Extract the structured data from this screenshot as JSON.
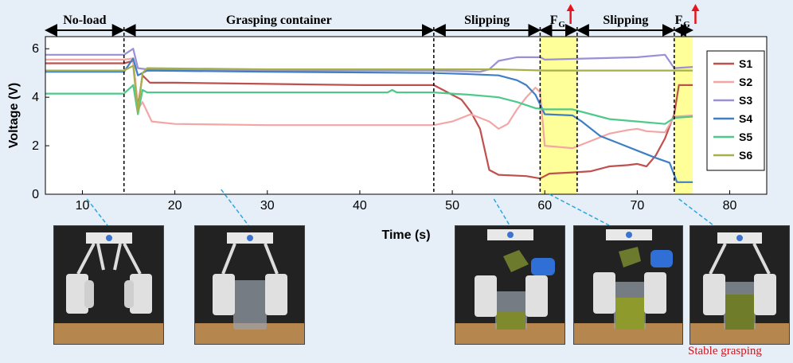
{
  "chart_data": {
    "type": "line",
    "xlabel": "Time (s)",
    "ylabel": "Voltage (V)",
    "xlim": [
      6,
      84
    ],
    "ylim": [
      0,
      6.5
    ],
    "xticks": [
      10,
      20,
      30,
      40,
      50,
      60,
      70,
      80
    ],
    "yticks": [
      0,
      2,
      4,
      6
    ],
    "legend_position": "right",
    "series": [
      {
        "name": "S1",
        "color": "#c0504d",
        "points": [
          [
            6,
            5.4
          ],
          [
            14.5,
            5.4
          ],
          [
            15.5,
            5.5
          ],
          [
            16,
            3.6
          ],
          [
            16.5,
            4.9
          ],
          [
            17.3,
            4.6
          ],
          [
            20,
            4.6
          ],
          [
            30,
            4.55
          ],
          [
            40,
            4.5
          ],
          [
            48,
            4.5
          ],
          [
            49,
            4.3
          ],
          [
            50,
            4.1
          ],
          [
            51,
            3.9
          ],
          [
            52,
            3.4
          ],
          [
            53,
            2.7
          ],
          [
            54,
            1.0
          ],
          [
            55,
            0.8
          ],
          [
            58,
            0.75
          ],
          [
            59.5,
            0.65
          ],
          [
            60.5,
            0.85
          ],
          [
            63,
            0.9
          ],
          [
            65,
            0.95
          ],
          [
            67,
            1.15
          ],
          [
            69,
            1.2
          ],
          [
            70,
            1.25
          ],
          [
            71,
            1.15
          ],
          [
            72,
            1.6
          ],
          [
            73,
            2.3
          ],
          [
            74,
            3.3
          ],
          [
            74.5,
            4.5
          ],
          [
            76,
            4.5
          ]
        ]
      },
      {
        "name": "S2",
        "color": "#f4a6a6",
        "points": [
          [
            6,
            5.55
          ],
          [
            14.5,
            5.55
          ],
          [
            15.5,
            5.6
          ],
          [
            16,
            3.5
          ],
          [
            16.5,
            3.8
          ],
          [
            17.5,
            3.0
          ],
          [
            20,
            2.9
          ],
          [
            30,
            2.85
          ],
          [
            40,
            2.85
          ],
          [
            48,
            2.85
          ],
          [
            50,
            3.0
          ],
          [
            52,
            3.3
          ],
          [
            54,
            3.0
          ],
          [
            55,
            2.7
          ],
          [
            56,
            2.9
          ],
          [
            57,
            3.5
          ],
          [
            58,
            4.0
          ],
          [
            59,
            4.4
          ],
          [
            59.5,
            4.2
          ],
          [
            60,
            2.0
          ],
          [
            63,
            1.9
          ],
          [
            65,
            2.2
          ],
          [
            67,
            2.5
          ],
          [
            69,
            2.65
          ],
          [
            70,
            2.7
          ],
          [
            71,
            2.6
          ],
          [
            73,
            2.55
          ],
          [
            74,
            3.2
          ],
          [
            76,
            3.25
          ]
        ]
      },
      {
        "name": "S3",
        "color": "#9b8fd6",
        "points": [
          [
            6,
            5.75
          ],
          [
            14.5,
            5.75
          ],
          [
            15.5,
            6.0
          ],
          [
            16,
            5.2
          ],
          [
            17,
            5.15
          ],
          [
            30,
            5.1
          ],
          [
            48,
            5.1
          ],
          [
            53,
            5.05
          ],
          [
            54,
            5.15
          ],
          [
            55,
            5.5
          ],
          [
            57,
            5.65
          ],
          [
            59.5,
            5.65
          ],
          [
            60,
            5.55
          ],
          [
            65,
            5.6
          ],
          [
            70,
            5.65
          ],
          [
            73,
            5.75
          ],
          [
            74,
            5.2
          ],
          [
            76,
            5.25
          ]
        ]
      },
      {
        "name": "S4",
        "color": "#3f7fc4",
        "points": [
          [
            6,
            5.05
          ],
          [
            14.5,
            5.05
          ],
          [
            15.5,
            5.6
          ],
          [
            16,
            4.9
          ],
          [
            17,
            5.1
          ],
          [
            30,
            5.05
          ],
          [
            48,
            5.0
          ],
          [
            52,
            4.95
          ],
          [
            55,
            4.9
          ],
          [
            57,
            4.7
          ],
          [
            58,
            4.5
          ],
          [
            59,
            4.1
          ],
          [
            60,
            3.3
          ],
          [
            63,
            3.25
          ],
          [
            64,
            3.0
          ],
          [
            66,
            2.4
          ],
          [
            68,
            2.1
          ],
          [
            70,
            1.8
          ],
          [
            72,
            1.5
          ],
          [
            73.5,
            1.3
          ],
          [
            74.3,
            0.5
          ],
          [
            76,
            0.5
          ]
        ]
      },
      {
        "name": "S5",
        "color": "#4fc98a",
        "points": [
          [
            6,
            4.15
          ],
          [
            14.5,
            4.15
          ],
          [
            15.5,
            4.5
          ],
          [
            16,
            3.3
          ],
          [
            16.5,
            4.3
          ],
          [
            17,
            4.2
          ],
          [
            20,
            4.2
          ],
          [
            30,
            4.2
          ],
          [
            43,
            4.2
          ],
          [
            43.5,
            4.3
          ],
          [
            44,
            4.2
          ],
          [
            48,
            4.2
          ],
          [
            52,
            4.1
          ],
          [
            55,
            4.0
          ],
          [
            57,
            3.8
          ],
          [
            59,
            3.55
          ],
          [
            60,
            3.5
          ],
          [
            63,
            3.5
          ],
          [
            65,
            3.3
          ],
          [
            67,
            3.1
          ],
          [
            70,
            3.0
          ],
          [
            73,
            2.9
          ],
          [
            74,
            3.15
          ],
          [
            76,
            3.2
          ]
        ]
      },
      {
        "name": "S6",
        "color": "#a6b04a",
        "points": [
          [
            6,
            5.1
          ],
          [
            14.5,
            5.1
          ],
          [
            15.5,
            5.3
          ],
          [
            16,
            3.4
          ],
          [
            16.5,
            5.0
          ],
          [
            17,
            5.2
          ],
          [
            30,
            5.15
          ],
          [
            48,
            5.15
          ],
          [
            55,
            5.15
          ],
          [
            60,
            5.1
          ],
          [
            74,
            5.1
          ],
          [
            76,
            5.1
          ]
        ]
      }
    ],
    "phases": [
      {
        "label": "No-load",
        "start": 6,
        "end": 14.5
      },
      {
        "label": "Grasping container",
        "start": 14.5,
        "end": 48
      },
      {
        "label": "Slipping",
        "start": 48,
        "end": 59.5
      },
      {
        "label": "F",
        "sub": "G",
        "start": 59.5,
        "end": 63.5
      },
      {
        "label": "Slipping",
        "start": 63.5,
        "end": 74
      },
      {
        "label": "F",
        "sub": "G",
        "start": 74,
        "end": 76
      }
    ],
    "dividers": [
      14.5,
      48,
      59.5,
      63.5,
      74
    ],
    "highlight_regions": [
      [
        59.5,
        63.5
      ],
      [
        74,
        76
      ]
    ],
    "highlight_color": "#ffff99",
    "arrow_color": "#e8141c",
    "leader_color": "#29a8df"
  },
  "caption": "Stable grasping"
}
